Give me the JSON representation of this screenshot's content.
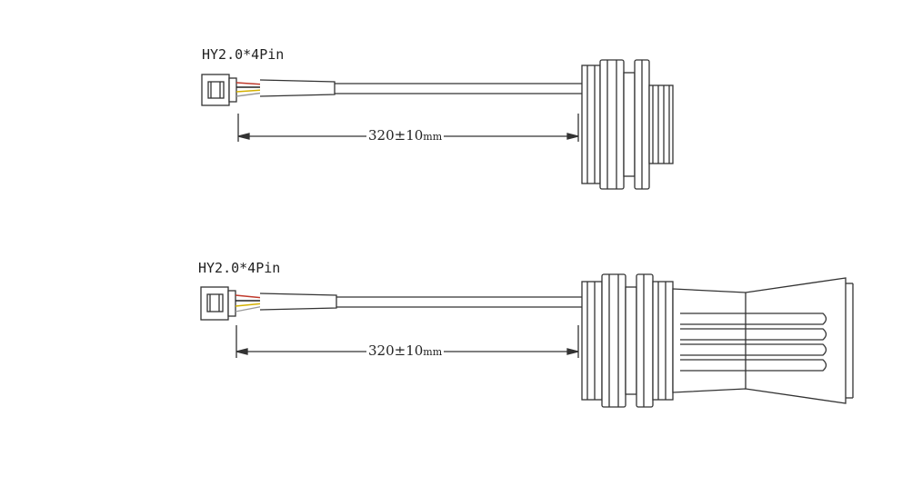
{
  "drawings": [
    {
      "connector_label": "HY2.0*4Pin",
      "dimension_value": "320±10",
      "dimension_unit": "mm"
    },
    {
      "connector_label": "HY2.0*4Pin",
      "dimension_value": "320±10",
      "dimension_unit": "mm"
    }
  ],
  "colors": {
    "line": "#333333",
    "wire_red": "#c0392b",
    "wire_yellow": "#d4b000",
    "wire_white": "#e8e8e8",
    "wire_black": "#222222"
  }
}
